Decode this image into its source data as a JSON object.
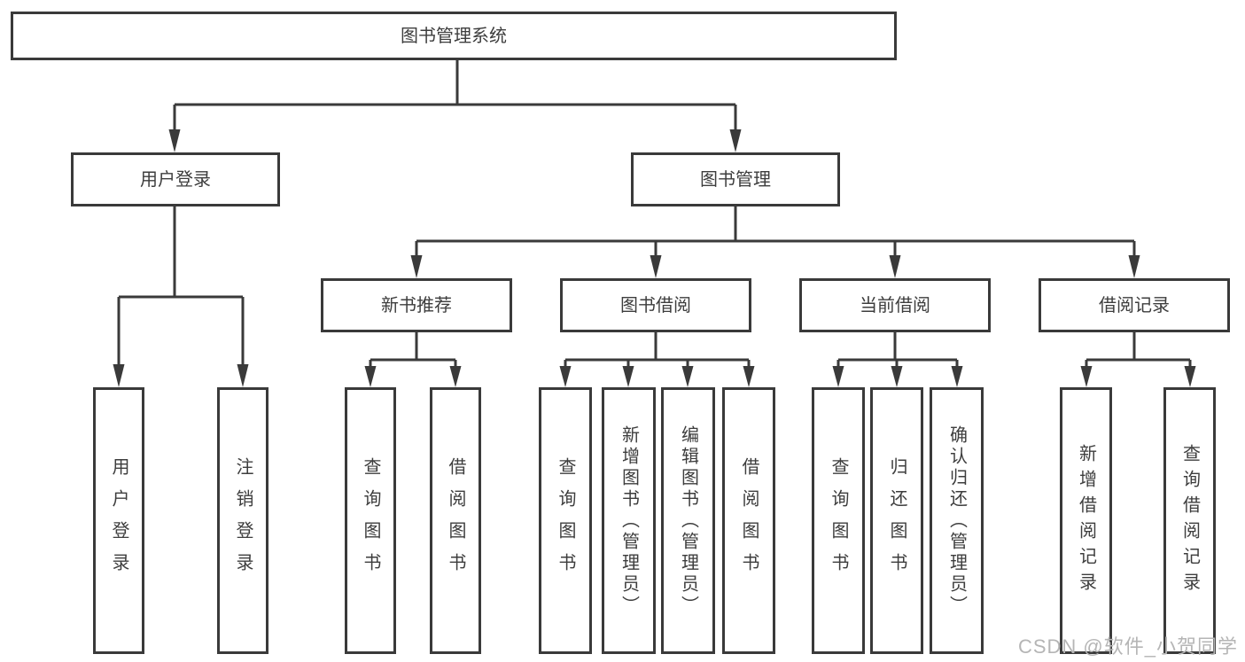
{
  "colors": {
    "line": "#3a3a3a",
    "box_border": "#3a3a3a",
    "box_fill": "#ffffff",
    "text": "#3d3d3d",
    "background": "#ffffff",
    "watermark": "#b5b5b5"
  },
  "watermark": {
    "text": "CSDN @软件_小贺同学"
  },
  "tree": {
    "root": {
      "label": "图书管理系统"
    },
    "children": [
      {
        "label": "用户登录",
        "children": [
          {
            "label": "用户登录"
          },
          {
            "label": "注销登录"
          }
        ]
      },
      {
        "label": "图书管理",
        "children": [
          {
            "label": "新书推荐",
            "children": [
              {
                "label": "查询图书"
              },
              {
                "label": "借阅图书"
              }
            ]
          },
          {
            "label": "图书借阅",
            "children": [
              {
                "label": "查询图书"
              },
              {
                "label": "新增图书（管理员）"
              },
              {
                "label": "编辑图书（管理员）"
              },
              {
                "label": "借阅图书"
              }
            ]
          },
          {
            "label": "当前借阅",
            "children": [
              {
                "label": "查询图书"
              },
              {
                "label": "归还图书"
              },
              {
                "label": "确认归还（管理员）"
              }
            ]
          },
          {
            "label": "借阅记录",
            "children": [
              {
                "label": "新增借阅记录"
              },
              {
                "label": "查询借阅记录"
              }
            ]
          }
        ]
      }
    ]
  }
}
